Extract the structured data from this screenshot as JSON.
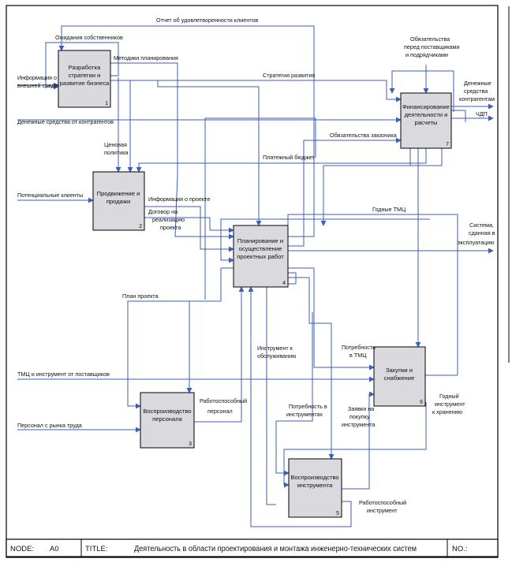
{
  "boxes": [
    {
      "id": "1",
      "lines": [
        "Разработка",
        "стратегии и",
        "развитие бизнеса"
      ]
    },
    {
      "id": "2",
      "lines": [
        "Продвижение и",
        "продажи"
      ]
    },
    {
      "id": "3",
      "lines": [
        "Воспроизводство",
        "персонала"
      ]
    },
    {
      "id": "4",
      "lines": [
        "Планирование и",
        "осуществление",
        "проектных работ"
      ]
    },
    {
      "id": "5",
      "lines": [
        "Воспроизводство",
        "инструмента"
      ]
    },
    {
      "id": "6",
      "lines": [
        "Закупки и",
        "снабжение"
      ]
    },
    {
      "id": "7",
      "lines": [
        "Финансирование",
        "деятельности и",
        "расчеты"
      ]
    }
  ],
  "arrows": {
    "report_satisfaction": "Отчет об удовлетворенности клиентов",
    "owner_expectations": "Ожидания собственников",
    "planning_methods": "Методики планирования",
    "external_info": [
      "Информация о",
      "внешней среде"
    ],
    "dev_strategy": "Стратегия развития",
    "obligations_suppliers": [
      "Обязательства",
      "перед поставщиками",
      "и подрядчиками"
    ],
    "money_contractors_out": [
      "Денежные",
      "средства",
      "контрагентам"
    ],
    "chp": "ЧДП",
    "money_from_contractors": "Денежные средства от контрагентов",
    "price_policy": [
      "Ценовая",
      "политика"
    ],
    "customer_obligations": "Обязательства заказчика",
    "payment_budget": "Платежный бюджет",
    "potential_clients": "Потенциальные клиенты",
    "project_info": "Информация о проекте",
    "contract": [
      "Договор на",
      "реализацию",
      "проекта"
    ],
    "usable_goods": "Годные ТМЦ",
    "system_commissioned": [
      "Система,",
      "сданная в",
      "эксплуатацию"
    ],
    "project_plan": "План проекта",
    "tool_maintenance": [
      "Инструмент к",
      "обслуживанию"
    ],
    "need_goods": [
      "Потребность",
      "в ТМЦ"
    ],
    "goods_from_suppliers": "ТМЦ и инструмент от поставщиков",
    "working_staff": [
      "Работоспособный",
      "персонал"
    ],
    "need_tools": [
      "Потребность в",
      "инструментах"
    ],
    "tool_requests": [
      "Заявки на",
      "покупку",
      "инструмента"
    ],
    "usable_tool_storage": [
      "Годный",
      "инструмент",
      "к хранению"
    ],
    "staff_from_market": "Персонал с рынка труда",
    "working_tool": [
      "Работоспособный",
      "инструмент"
    ]
  },
  "footer": {
    "node_label": "NODE:",
    "node_value": "A0",
    "title_label": "TITLE:",
    "title_value": "Деятельность в области проектирования и монтажа инженерно-технических систем",
    "no_label": "NO.:"
  }
}
